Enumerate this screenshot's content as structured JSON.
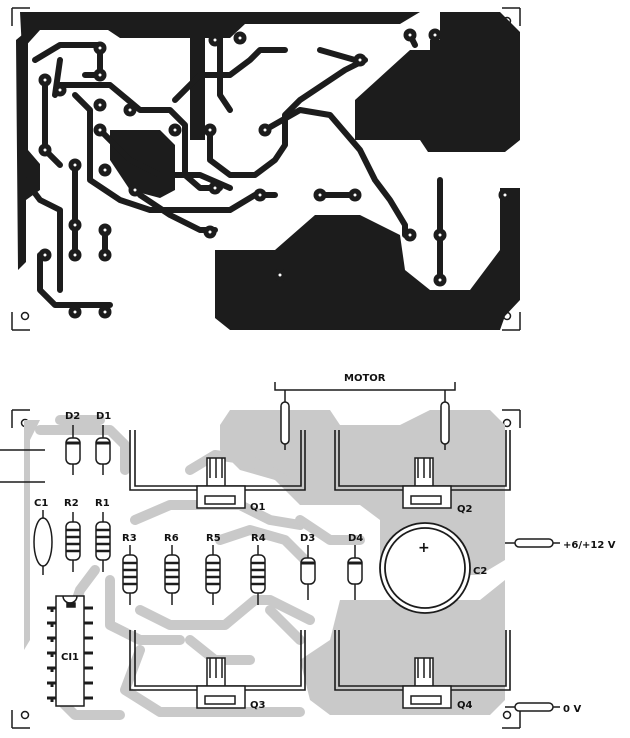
{
  "colors": {
    "ink": "#1c1c1c",
    "copper_shadow": "#c9c9c9",
    "paper": "#ffffff"
  },
  "labels": {
    "motor": "MOTOR",
    "supply": "+6/+12 V",
    "ground": "0 V",
    "d1": "D1",
    "d2": "D2",
    "d3": "D3",
    "d4": "D4",
    "r1": "R1",
    "r2": "R2",
    "r3": "R3",
    "r4": "R4",
    "r5": "R5",
    "r6": "R6",
    "c1": "C1",
    "c2": "C2",
    "ci1": "CI1",
    "q1": "Q1",
    "q2": "Q2",
    "q3": "Q3",
    "q4": "Q4",
    "c2_polarity": "+"
  }
}
